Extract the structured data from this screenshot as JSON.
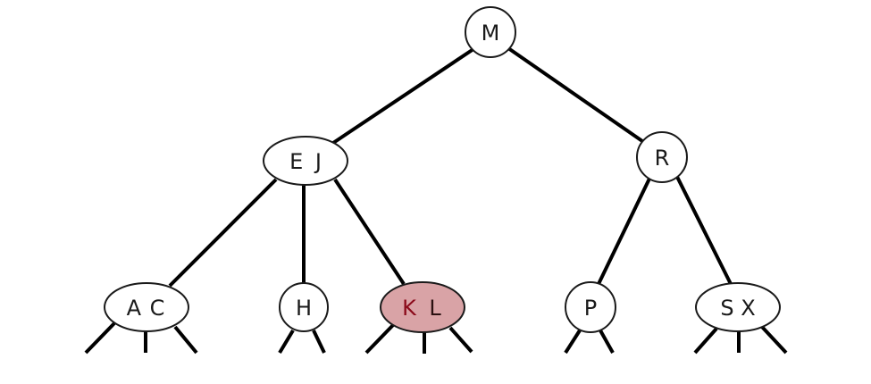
{
  "diagram": {
    "type": "2-3 search tree",
    "colors": {
      "background": "#ffffff",
      "edge": "#000000",
      "node_fill": "#ffffff",
      "node_stroke": "#1a1a1a",
      "text": "#1a1a1a",
      "highlight_fill": "#d9a3a6",
      "highlight_text_primary": "#8b0a1a",
      "highlight_text_secondary": "#2a1010"
    },
    "nodes": [
      {
        "id": "M",
        "keys": [
          "M"
        ],
        "label": "M",
        "level": 0,
        "highlighted": false
      },
      {
        "id": "EJ",
        "keys": [
          "E",
          "J"
        ],
        "label": "E J",
        "level": 1,
        "highlighted": false
      },
      {
        "id": "R",
        "keys": [
          "R"
        ],
        "label": "R",
        "level": 1,
        "highlighted": false
      },
      {
        "id": "AC",
        "keys": [
          "A",
          "C"
        ],
        "label": "A C",
        "level": 2,
        "highlighted": false
      },
      {
        "id": "H",
        "keys": [
          "H"
        ],
        "label": "H",
        "level": 2,
        "highlighted": false
      },
      {
        "id": "KL",
        "keys": [
          "K",
          "L"
        ],
        "label": "K L",
        "level": 2,
        "highlighted": true,
        "key_labels": [
          "K",
          "L"
        ]
      },
      {
        "id": "P",
        "keys": [
          "P"
        ],
        "label": "P",
        "level": 2,
        "highlighted": false
      },
      {
        "id": "SX",
        "keys": [
          "S",
          "X"
        ],
        "label": "S X",
        "level": 2,
        "highlighted": false
      }
    ],
    "edges": [
      {
        "from": "M",
        "to": "EJ"
      },
      {
        "from": "M",
        "to": "R"
      },
      {
        "from": "EJ",
        "to": "AC"
      },
      {
        "from": "EJ",
        "to": "H"
      },
      {
        "from": "EJ",
        "to": "KL"
      },
      {
        "from": "R",
        "to": "P"
      },
      {
        "from": "R",
        "to": "SX"
      }
    ],
    "null_links": {
      "AC": 3,
      "H": 2,
      "KL": 3,
      "P": 2,
      "SX": 3
    }
  }
}
